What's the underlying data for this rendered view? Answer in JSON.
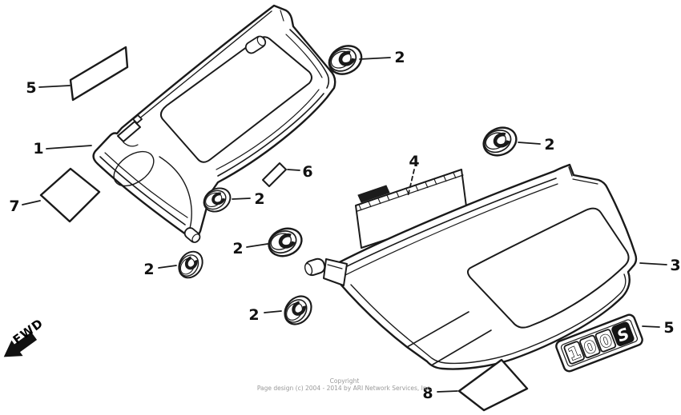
{
  "fwd_label": "FWD",
  "footer": {
    "line1": "Copyright",
    "line2": "Page design (c) 2004 - 2014 by ARI Network Services, Inc."
  },
  "emblem": {
    "digit1": "1",
    "digit2": "0",
    "digit3": "0",
    "letter": "S"
  },
  "callouts": {
    "part1": "1",
    "part2": "2",
    "part3": "3",
    "part4": "4",
    "part5": "5",
    "part6": "6",
    "part7": "7",
    "part8": "8"
  },
  "colors": {
    "line": "#1a1a1a",
    "copyright_text": "#999999",
    "background": "#ffffff"
  }
}
